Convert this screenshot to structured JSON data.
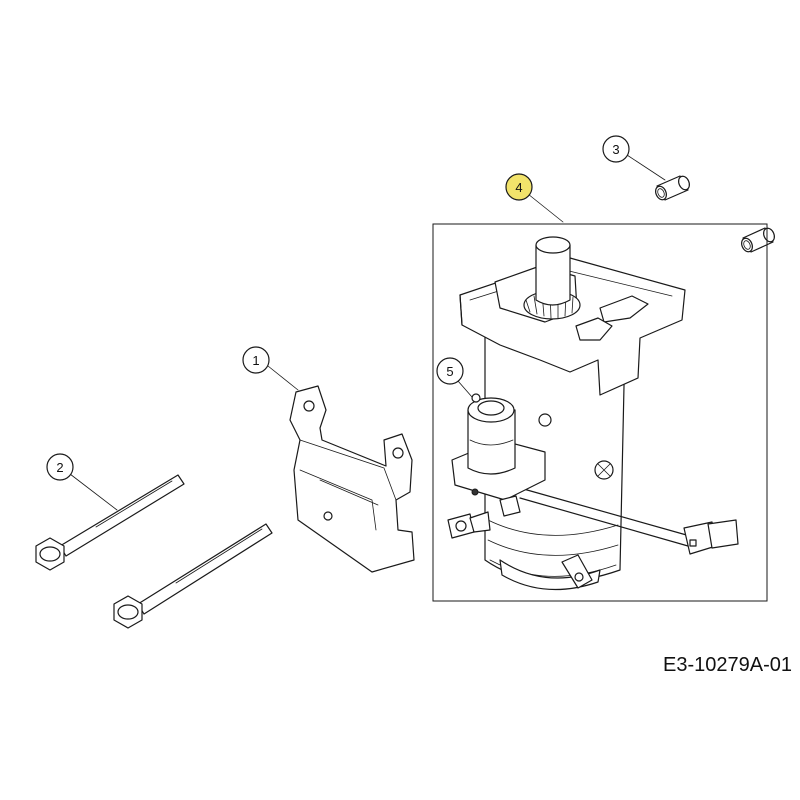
{
  "drawing_number": "E3-10279A-01",
  "callouts": [
    {
      "id": "1",
      "label": "1",
      "highlight": false
    },
    {
      "id": "2",
      "label": "2",
      "highlight": false
    },
    {
      "id": "3",
      "label": "3",
      "highlight": false
    },
    {
      "id": "4",
      "label": "4",
      "highlight": true
    },
    {
      "id": "5",
      "label": "5",
      "highlight": false
    }
  ],
  "colors": {
    "line": "#1a1a1a",
    "highlight": "#f2e36b",
    "background": "#ffffff"
  }
}
